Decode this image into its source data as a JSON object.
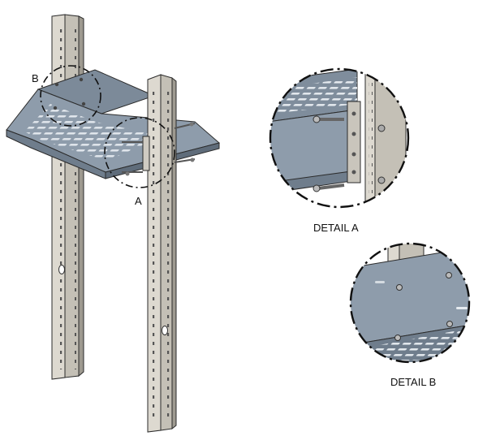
{
  "callouts": {
    "a": "A",
    "b": "B"
  },
  "details": {
    "a_caption": "DETAIL A",
    "b_caption": "DETAIL B"
  },
  "colors": {
    "rail": "#c4c0b6",
    "rail_shade": "#9e9a90",
    "shelf_top": "#8e9cab",
    "shelf_front": "#6f7d8c",
    "shelf_edge": "#c9d0d8",
    "outline": "#2b2b2b",
    "background": "#ffffff"
  }
}
